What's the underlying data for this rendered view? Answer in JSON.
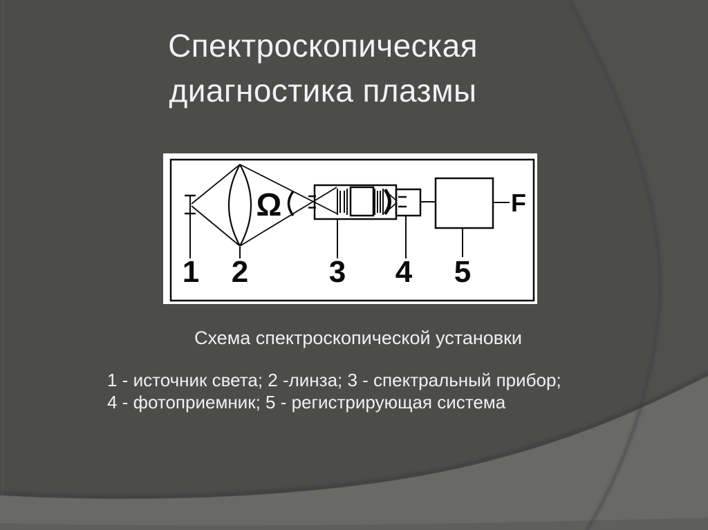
{
  "slide": {
    "title_line1": "Спектроскопическая",
    "title_line2": "диагностика плазмы",
    "caption": "Схема спектроскопической установки",
    "legend_line1": "1 - источник света; 2 -линза; 3 - спектральный прибор;",
    "legend_line2": "4 - фотоприемник; 5 - регистрирующая система"
  },
  "diagram": {
    "component_labels": [
      "1",
      "2",
      "3",
      "4",
      "5"
    ],
    "omega_symbol": "Ω",
    "output_label": "F"
  },
  "colors": {
    "background_dark": "#4c4c4b",
    "background_light": "#696968",
    "background_band": "#5d5d5c",
    "text": "#f2f2f2",
    "diagram_background": "#ffffff",
    "diagram_line": "#0a0a0a"
  }
}
